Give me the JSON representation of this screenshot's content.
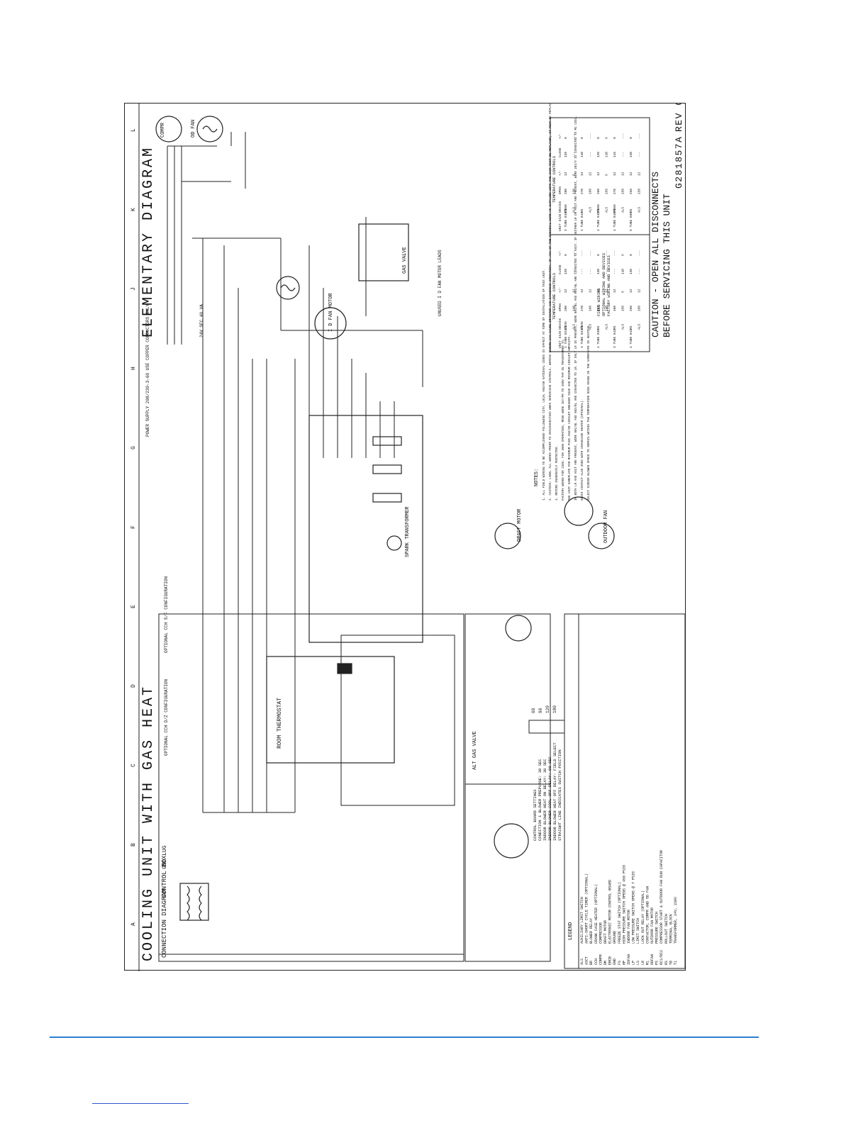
{
  "diagram": {
    "title": "COOLING UNIT WITH GAS HEAT",
    "subtitle": "ELEMENTARY DIAGRAM",
    "connection_diagram_label": "CONNECTION DIAGRAM",
    "control_box_label": "CONTROL BOX",
    "gnd_lug_label": "GND LUG",
    "power_supply_note": "POWER SUPPLY 208/230-3-60 USE COPPER CONDUCTORS ONLY",
    "caution_lines": [
      "CAUTION - OPEN ALL DISCONNECTS",
      "BEFORE SERVICING THIS UNIT"
    ],
    "drawing_number": "G281857A",
    "revision": "REV C",
    "zone_letters": [
      "A",
      "B",
      "C",
      "D",
      "E",
      "F",
      "G",
      "H",
      "J",
      "K",
      "L"
    ],
    "room_thermostat_label": "ROOM THERMOSTAT",
    "spark_transformer_label": "SPARK TRANSFORMER",
    "gas_valve_label": "GAS VALVE",
    "alt_gas_valve_label": "ALT GAS VALVE",
    "draft_motor_label": "DRAFT MOTOR",
    "outdoor_fan_label": "OUTDOOR FAN",
    "compressor_label": "COMPR",
    "id_fan_motor_label": "I D FAN MOTOR",
    "od_fan_label": "OD FAN",
    "transformer_label": "24V SEC 40 VA",
    "unused_leads_note": "UNUSED I D FAN MOTOR LEADS",
    "optional_cch_1": "OPTIONAL CCH D/Z CONFIGURATION",
    "optional_cch_2": "OPTIONAL CCH S/F CONFIGURATION",
    "control_board_settings": [
      "CONTROL BOARD SETTINGS",
      "CONDITION 1 BLOWER PREPURGE: 30 SEC",
      "INDOOR BLOWER HEAT ON DELAY: 30 SEC",
      "INDOOR BLOWER COOL OFF DELAY: 90 SEC",
      "INDOOR BLOWER HEAT OFF DELAY: FIELD SELECT",
      "STRAIGHT LINE INDICATES SWITCH POSITION"
    ],
    "notes_title": "NOTES:",
    "notes": [
      "1. ALL FIELD WIRING TO BE ACCOMPLISHED FOLLOWING CITY, LOCAL AND/OR NATIONAL CODES IN EFFECT AT TIME OF INSTALLATION OF THIS UNIT.",
      "2. CAUTION: LABEL ALL WIRES PRIOR TO DISCONNECTION WHEN SERVICING CONTROLS. WIRING ERRORS CAN CAUSE IMPROPER AND DANGEROUS OPERATION. IF ANY OF THE ORIGINAL WIRE AS SUPPLIED WITH THE UNIT MUST BE REPLACED, IT MUST BE REPLACED WITH WIRING MATERIAL HAVING A TEMPERATURE RATING OF AT LEAST 105 C. VERIFY PROPER OPERATION AFTER SERVICING.",
      "3. MOTORS INHERENTLY PROTECTED.",
      "FACTORY WIRED FOR 230V. FOR 208V OPERATION, MOVE WIRE 107/PR TO 208V TAP ON TRANSFORMER T1.",
      "SEE UNIT NAMEPLATE FOR MAXIMUM FUSE AND/OR CIRCUIT BREAKER SIZE AND MINIMUM CIRCUIT AMPACITY.",
      "IF BOTH LR AND ASCT ARE PRESENT, WIRE 801/BL AND 802/BL ARE CONNECTED TO LR. IF ONLY LR IS PRESENT, WIRE 801/BL AND 802/BL ARE CONNECTED TO ASCT. IF NEITHER LR OR ASCT ARE PRESENT, WIRE 202/Y IS CONNECTED TO M1 COIL.",
      "SHUNT CONTACT ALSO USED WITH CRANKCASE HEATER (OPTIONAL).",
      "SELECT INDOOR BLOWER SPEED TO REMAIN WITHIN THE TEMPERATURE RISE RANGE ON THE NAMEPLATE IN HEATING."
    ],
    "wiring_legend": [
      "FIELD WIRING",
      "OPTIONAL WIRING AND DEVICES",
      "FACTORY WIRING AND DEVICES"
    ],
    "legend_title": "LEGEND",
    "legend": [
      {
        "code": "ALS",
        "desc": "AUXILIARY LIMIT SWITCH"
      },
      {
        "code": "ASCT",
        "desc": "ANTI-SHORT CYCLE TIMER (OPTIONAL)"
      },
      {
        "code": "BR",
        "desc": "BLOWER RELAY"
      },
      {
        "code": "CCH",
        "desc": "CRANK CASE HEATER (OPTIONAL)"
      },
      {
        "code": "COMPR",
        "desc": "COMPRESSOR"
      },
      {
        "code": "DM",
        "desc": "DRAFT MOTOR"
      },
      {
        "code": "EMCB",
        "desc": "ELECTRONIC MOTOR CONTROL BOARD"
      },
      {
        "code": "GND",
        "desc": "GROUND"
      },
      {
        "code": "FS",
        "desc": "FREEZE STAT SWITCH (OPTIONAL)"
      },
      {
        "code": "HP",
        "desc": "HIGH PRESSURE SWITCH OPENS @ 450 PSIG"
      },
      {
        "code": "IDFAN",
        "desc": "INDOOR FAN MOTOR"
      },
      {
        "code": "LP",
        "desc": "LOW PRESSURE SWITCH OPENS @ 7 PSIG"
      },
      {
        "code": "LS",
        "desc": "LIMIT SWITCH"
      },
      {
        "code": "LR",
        "desc": "LOCK OUT RELAY (OPTIONAL)"
      },
      {
        "code": "M1",
        "desc": "CONTACTOR, COMPR AND OD FAN"
      },
      {
        "code": "ODFAN",
        "desc": "OUTDOOR FAN MOTOR"
      },
      {
        "code": "PS",
        "desc": "PRESSURE SWITCH"
      },
      {
        "code": "RC1/RC2",
        "desc": "COMPRESSOR START & OUTDOOR FAN RUN CAPACITOR"
      },
      {
        "code": "RS",
        "desc": "ROLLOUT SWITCH"
      },
      {
        "code": "TB",
        "desc": "TERMINAL BLOCK"
      },
      {
        "code": "T1",
        "desc": "TRANSFORMER, 24V, 230V"
      }
    ],
    "blower_delay_options": [
      "60",
      "90",
      "120",
      "180"
    ],
    "temp_tables": [
      {
        "title": "TEMPERATURE CONTROLS",
        "headers": [
          "UNIT SIZE",
          "DEVICE",
          "OPEN",
          "+/-",
          "CLOSE",
          "+/-"
        ],
        "rows": [
          [
            "2 TUBE 024/036",
            "RS",
            "200",
            "12",
            "120",
            "9"
          ],
          [
            "",
            "ALS",
            "140",
            "12",
            "---",
            "---"
          ],
          [
            "3 TUBE 024/036",
            "RS",
            "270",
            "12",
            "---",
            "---"
          ],
          [
            "",
            "ALS",
            "160",
            "12",
            "---",
            "---"
          ],
          [
            "4 TUBE 036",
            "RS",
            "200",
            "12",
            "130",
            "9"
          ],
          [
            "",
            "ALS",
            "140",
            "12",
            "---",
            "---"
          ],
          [
            "3 TUBE 042",
            "RS",
            "400",
            "12",
            "---",
            "---"
          ],
          [
            "",
            "ALS",
            "150",
            "6",
            "110",
            "6"
          ],
          [
            "4 TUBE 042",
            "RS",
            "260",
            "12",
            "130",
            "9"
          ],
          [
            "",
            "ALS",
            "160",
            "12",
            "---",
            "---"
          ]
        ]
      },
      {
        "title": "TEMPERATURE CONTROLS",
        "headers": [
          "UNIT SIZE",
          "DEVICE",
          "OPEN",
          "+/-",
          "CLOSE",
          "+/-"
        ],
        "rows": [
          [
            "3 TUBE 048/060",
            "RS",
            "200",
            "12",
            "120",
            "9"
          ],
          [
            "",
            "ALS",
            "130",
            "6",
            "---",
            "---"
          ],
          [
            "4 TUBE 042",
            "RS",
            "270",
            "12",
            "110",
            "9"
          ],
          [
            "",
            "ALS",
            "160",
            "12",
            "---",
            "---"
          ],
          [
            "4 TUBE 048/060",
            "RS",
            "260",
            "12",
            "120",
            "9"
          ],
          [
            "",
            "ALS",
            "150",
            "6",
            "110",
            "6"
          ],
          [
            "4 TUBE 048/060",
            "RS",
            "270",
            "12",
            "145",
            "9"
          ],
          [
            "",
            "ALS",
            "150",
            "12",
            "---",
            "---"
          ],
          [
            "5 TUBE 060",
            "RS",
            "250",
            "12",
            "130",
            "9"
          ],
          [
            "",
            "ALS",
            "150",
            "12",
            "---",
            "---"
          ]
        ]
      }
    ]
  }
}
